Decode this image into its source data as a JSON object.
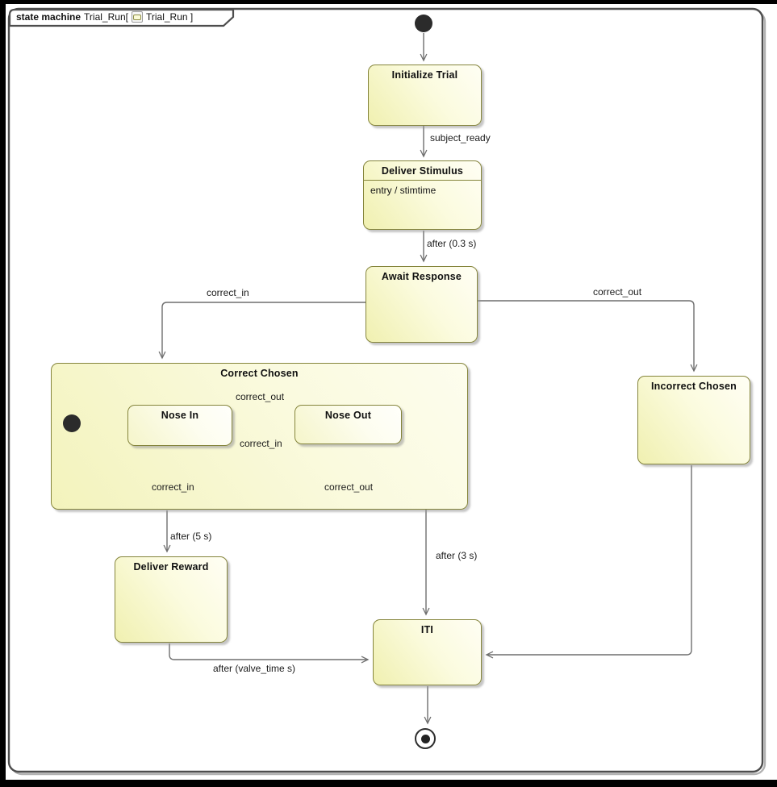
{
  "frame": {
    "keyword": "state machine",
    "name": "Trial_Run",
    "bracket_open": "[",
    "diagram_ref": "Trial_Run",
    "bracket_close": "]"
  },
  "states": {
    "initialize_trial": {
      "label": "Initialize Trial"
    },
    "deliver_stimulus": {
      "label": "Deliver Stimulus",
      "entry_action": "entry / stimtime"
    },
    "await_response": {
      "label": "Await Response"
    },
    "correct_chosen": {
      "label": "Correct Chosen"
    },
    "nose_in": {
      "label": "Nose In"
    },
    "nose_out": {
      "label": "Nose Out"
    },
    "incorrect_chosen": {
      "label": "Incorrect Chosen"
    },
    "deliver_reward": {
      "label": "Deliver Reward"
    },
    "iti": {
      "label": "ITI"
    }
  },
  "transitions": {
    "subject_ready": "subject_ready",
    "after_0_3_s": "after (0.3 s)",
    "correct_in_outer": "correct_in",
    "correct_out_outer": "correct_out",
    "correct_out_inner": "correct_out",
    "correct_in_inner": "correct_in",
    "correct_in_self": "correct_in",
    "correct_out_self": "correct_out",
    "after_5_s": "after (5 s)",
    "after_3_s": "after (3 s)",
    "after_valve_time": "after (valve_time s)"
  },
  "colors": {
    "state_fill_light": "#fffef4",
    "state_fill_dark": "#f0f0b0",
    "state_border": "#85853c",
    "transition_line": "#6f6f6f",
    "frame_border": "#4d4d4d",
    "text": "#111111"
  }
}
